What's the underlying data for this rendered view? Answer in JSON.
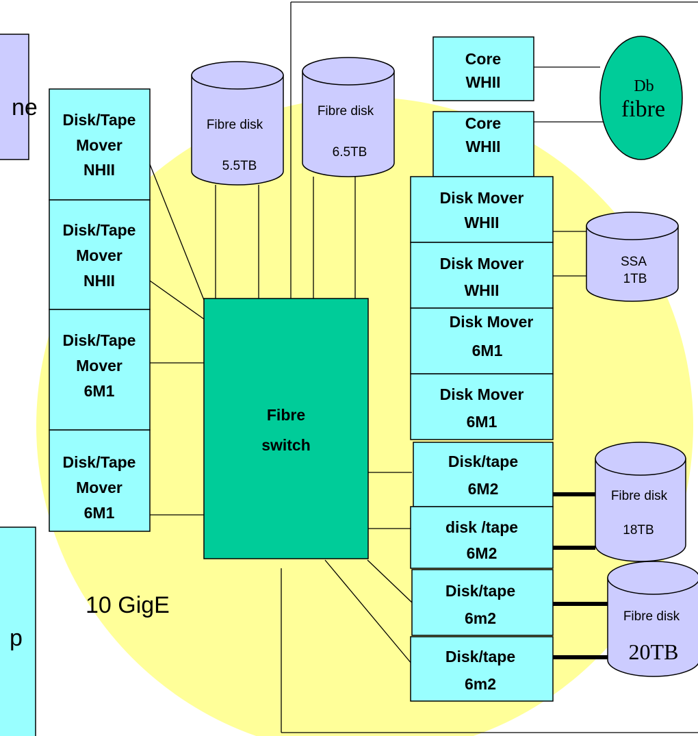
{
  "colors": {
    "circle": "#ffff99",
    "mover_box": "#99ffff",
    "switch": "#00cc99",
    "disk": "#ccccff",
    "db_ellipse": "#00cc99",
    "left_top_box": "#ccccff",
    "left_bottom_box": "#99ffff"
  },
  "partial_labels": {
    "top_left": "ne",
    "bottom_left": "p"
  },
  "network_label": "10 GigE",
  "switch": {
    "line1": "Fibre",
    "line2": "switch"
  },
  "left_movers": [
    {
      "line1": "Disk/Tape",
      "line2": "Mover",
      "line3": "NHII"
    },
    {
      "line1": "Disk/Tape",
      "line2": "Mover",
      "line3": "NHII"
    },
    {
      "line1": "Disk/Tape",
      "line2": "Mover",
      "line3": "6M1"
    },
    {
      "line1": "Disk/Tape",
      "line2": "Mover",
      "line3": "6M1"
    }
  ],
  "top_disks": [
    {
      "label": "Fibre disk",
      "size": "5.5TB"
    },
    {
      "label": "Fibre disk",
      "size": "6.5TB"
    }
  ],
  "core": [
    {
      "line1": "Core",
      "line2": "WHII"
    },
    {
      "line1": "Core",
      "line2": "WHII"
    }
  ],
  "db": {
    "line1": "Db",
    "line2": "fibre"
  },
  "right_movers": [
    {
      "line1": "Disk Mover",
      "line2": "WHII"
    },
    {
      "line1": "Disk Mover",
      "line2": "WHII"
    },
    {
      "line1": "Disk Mover",
      "line2": "6M1"
    },
    {
      "line1": "Disk Mover",
      "line2": "6M1"
    },
    {
      "line1": "Disk/tape",
      "line2": "6M2"
    },
    {
      "line1": "disk /tape",
      "line2": "6M2"
    },
    {
      "line1": "Disk/tape",
      "line2": "6m2"
    },
    {
      "line1": "Disk/tape",
      "line2": "6m2"
    }
  ],
  "right_disks": [
    {
      "label": "SSA",
      "size": "1TB"
    },
    {
      "label": "Fibre disk",
      "size": "18TB"
    },
    {
      "label": "Fibre disk",
      "size": "20TB"
    }
  ]
}
